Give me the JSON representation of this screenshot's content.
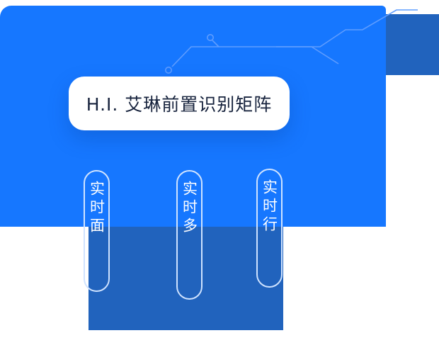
{
  "title_card": {
    "text": "H.I. 艾琳前置识别矩阵"
  },
  "feature_pills": [
    {
      "label": "实时面"
    },
    {
      "label": "实时多"
    },
    {
      "label": "实时行"
    }
  ],
  "colors": {
    "primary_blue": "#1677ff",
    "accent_dark_blue": "#2163bd",
    "trace_blue": "#5f9dff",
    "pill_border": "#cfe3ff",
    "card_text": "#17233d",
    "card_bg": "#ffffff"
  }
}
